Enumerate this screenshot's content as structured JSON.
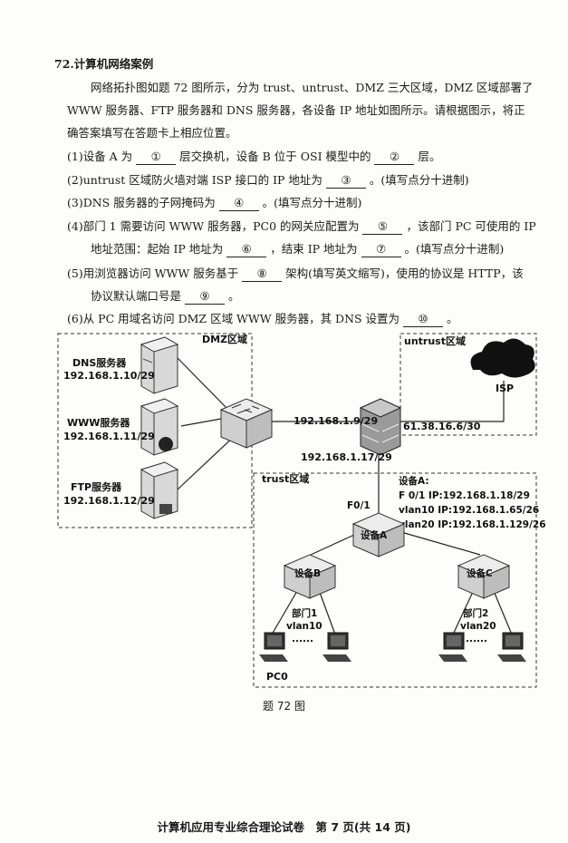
{
  "question": {
    "title": "72.计算机网络案例",
    "intro_line1": "网络拓扑图如题 72 图所示，分为 trust、untrust、DMZ 三大区域，DMZ 区域部署了",
    "intro_line2": "WWW 服务器、FTP 服务器和 DNS 服务器，各设备 IP 地址如图所示。请根据图示，将正",
    "intro_line3": "确答案填写在答题卡上相应位置。",
    "q1": {
      "a": "(1)设备 A 为",
      "b1": "①",
      "b": "层交换机，设备 B 位于 OSI 模型中的",
      "b2": "②",
      "c": "层。"
    },
    "q2": {
      "a": "(2)untrust 区域防火墙对端 ISP 接口的 IP 地址为",
      "b1": "③",
      "b": "。(填写点分十进制)"
    },
    "q3": {
      "a": "(3)DNS 服务器的子网掩码为",
      "b1": "④",
      "b": "。(填写点分十进制)"
    },
    "q4": {
      "a": "(4)部门 1 需要访问 WWW 服务器，PC0 的网关应配置为",
      "b1": "⑤",
      "b": "，该部门 PC 可使用的 IP",
      "c": "地址范围：起始 IP 地址为",
      "b2": "⑥",
      "d": "，结束 IP 地址为",
      "b3": "⑦",
      "e": "。(填写点分十进制)"
    },
    "q5": {
      "a": "(5)用浏览器访问 WWW 服务基于",
      "b1": "⑧",
      "b": "架构(填写英文缩写)，使用的协议是 HTTP，该",
      "c": "协议默认端口号是",
      "b2": "⑨",
      "d": "。"
    },
    "q6": {
      "a": "(6)从 PC 用域名访问 DMZ 区域 WWW 服务器，其 DNS 设置为",
      "b1": "⑩",
      "b": "。"
    }
  },
  "diagram": {
    "dmz_label": "DMZ区域",
    "untrust_label": "untrust区域",
    "trust_label": "trust区域",
    "isp": "ISP",
    "dns_name": "DNS服务器",
    "dns_ip": "192.168.1.10/29",
    "www_name": "WWW服务器",
    "www_ip": "192.168.1.11/29",
    "ftp_name": "FTP服务器",
    "ftp_ip": "192.168.1.12/29",
    "fw_dmz_ip": "192.168.1.9/29",
    "fw_isp_ip": "61.38.16.6/30",
    "fw_trust_ip": "192.168.1.17/29",
    "deva_title": "设备A:",
    "deva_f01": "F 0/1 IP:192.168.1.18/29",
    "deva_vlan10": "vlan10 IP:192.168.1.65/26",
    "deva_vlan20": "vlan20 IP:192.168.1.129/26",
    "f01": "F0/1",
    "deva": "设备A",
    "devb": "设备B",
    "devc": "设备C",
    "dept1": "部门1",
    "vlan10": "vlan10",
    "dept2": "部门2",
    "vlan20": "vlan20",
    "dots": "......",
    "pc0": "PC0"
  },
  "caption": "题 72 图",
  "footer": "计算机应用专业综合理论试卷　第 7 页(共 14 页)"
}
